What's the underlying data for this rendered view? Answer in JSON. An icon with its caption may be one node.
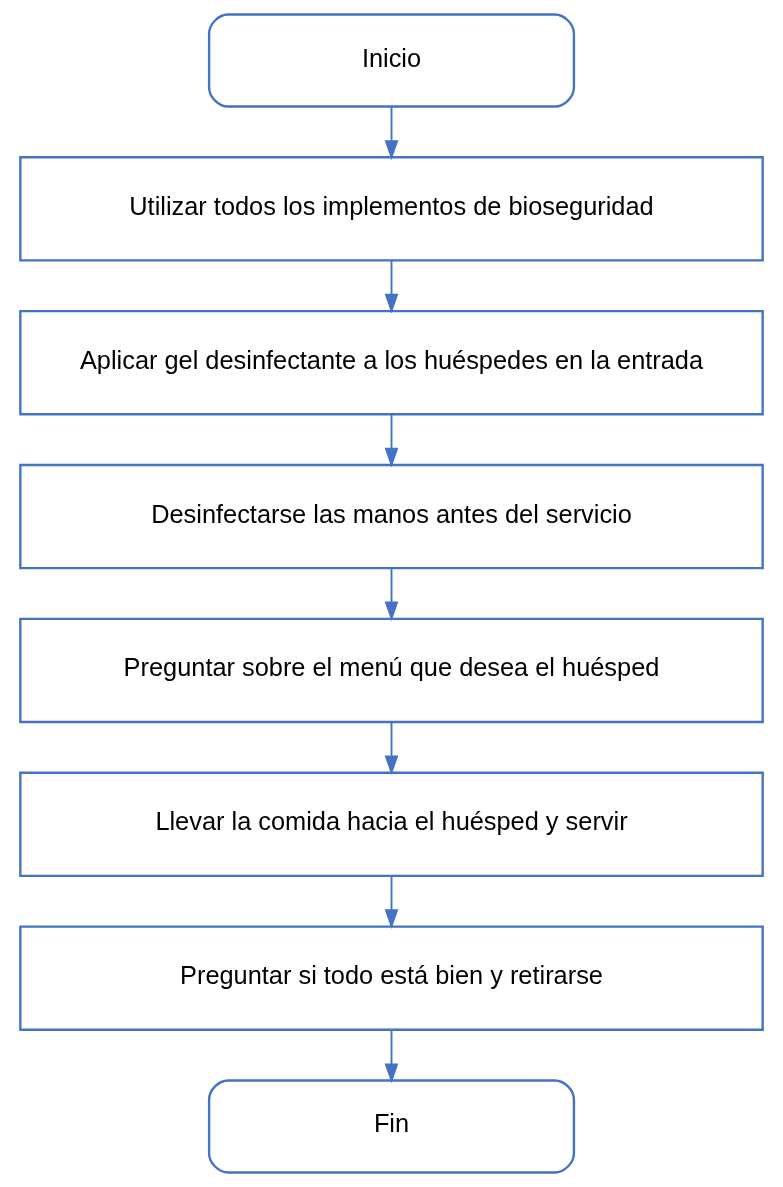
{
  "diagram": {
    "nodes": [
      {
        "text": [
          "Inicio"
        ]
      },
      {
        "text": [
          "Utilizar todos los implementos de bioseguridad"
        ]
      },
      {
        "text": [
          "Aplicar gel desinfectante a los huéspedes en la entrada"
        ]
      },
      {
        "text": [
          "Desinfectarse las manos antes del servicio"
        ]
      },
      {
        "text": [
          "Preguntar sobre el menú que desea el huésped"
        ]
      },
      {
        "text": [
          "Llevar la comida hacia el huésped y servir"
        ]
      },
      {
        "text": [
          "Preguntar si todo está bien y retirarse"
        ]
      },
      {
        "text": [
          "Fin"
        ]
      }
    ],
    "edges": [
      {
        "from": 0,
        "to": 1,
        "arrow": "to"
      },
      {
        "from": 1,
        "to": 2,
        "arrow": "to"
      },
      {
        "from": 2,
        "to": 3,
        "arrow": "to"
      },
      {
        "from": 3,
        "to": 4,
        "arrow": "to"
      },
      {
        "from": 4,
        "to": 5,
        "arrow": "to"
      },
      {
        "from": 5,
        "to": 6,
        "arrow": "to"
      },
      {
        "from": 6,
        "to": 7,
        "arrow": "to"
      }
    ]
  }
}
